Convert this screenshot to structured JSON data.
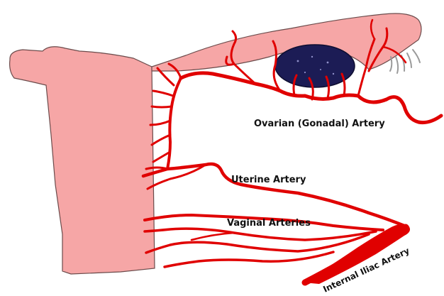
{
  "labels": {
    "ovarian": "Ovarian (Gonadal) Artery",
    "uterine": "Uterine Artery",
    "vaginal": "Vaginal Arteries",
    "iliac": "Internal Iliac Artery"
  },
  "colors": {
    "tissue": "#f6a6a6",
    "tissue_outline": "#6b4b4b",
    "artery": "#e00000",
    "ovary": "#1c1c55",
    "fimbriae": "#9a9a9a",
    "text": "#111111"
  }
}
